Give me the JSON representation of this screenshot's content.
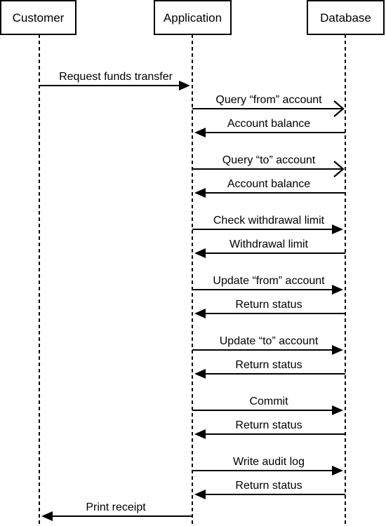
{
  "actors": [
    {
      "id": "customer",
      "label": "Customer"
    },
    {
      "id": "application",
      "label": "Application"
    },
    {
      "id": "database",
      "label": "Database"
    }
  ],
  "messages": [
    {
      "label": "Request funds transfer",
      "from": "customer",
      "to": "application",
      "arrow": "filled"
    },
    {
      "label": "Query “from” account",
      "from": "application",
      "to": "database",
      "arrow": "open"
    },
    {
      "label": "Account balance",
      "from": "database",
      "to": "application",
      "arrow": "filled"
    },
    {
      "label": "Query “to” account",
      "from": "application",
      "to": "database",
      "arrow": "open"
    },
    {
      "label": "Account balance",
      "from": "database",
      "to": "application",
      "arrow": "filled"
    },
    {
      "label": "Check withdrawal limit",
      "from": "application",
      "to": "database",
      "arrow": "filled"
    },
    {
      "label": "Withdrawal limit",
      "from": "database",
      "to": "application",
      "arrow": "filled"
    },
    {
      "label": "Update “from” account",
      "from": "application",
      "to": "database",
      "arrow": "filled"
    },
    {
      "label": "Return status",
      "from": "database",
      "to": "application",
      "arrow": "filled"
    },
    {
      "label": "Update “to” account",
      "from": "application",
      "to": "database",
      "arrow": "filled"
    },
    {
      "label": "Return status",
      "from": "database",
      "to": "application",
      "arrow": "filled"
    },
    {
      "label": "Commit",
      "from": "application",
      "to": "database",
      "arrow": "filled"
    },
    {
      "label": "Return status",
      "from": "database",
      "to": "application",
      "arrow": "filled"
    },
    {
      "label": "Write audit log",
      "from": "application",
      "to": "database",
      "arrow": "filled"
    },
    {
      "label": "Return status",
      "from": "database",
      "to": "application",
      "arrow": "filled"
    },
    {
      "label": "Print receipt",
      "from": "application",
      "to": "customer",
      "arrow": "filled"
    }
  ]
}
